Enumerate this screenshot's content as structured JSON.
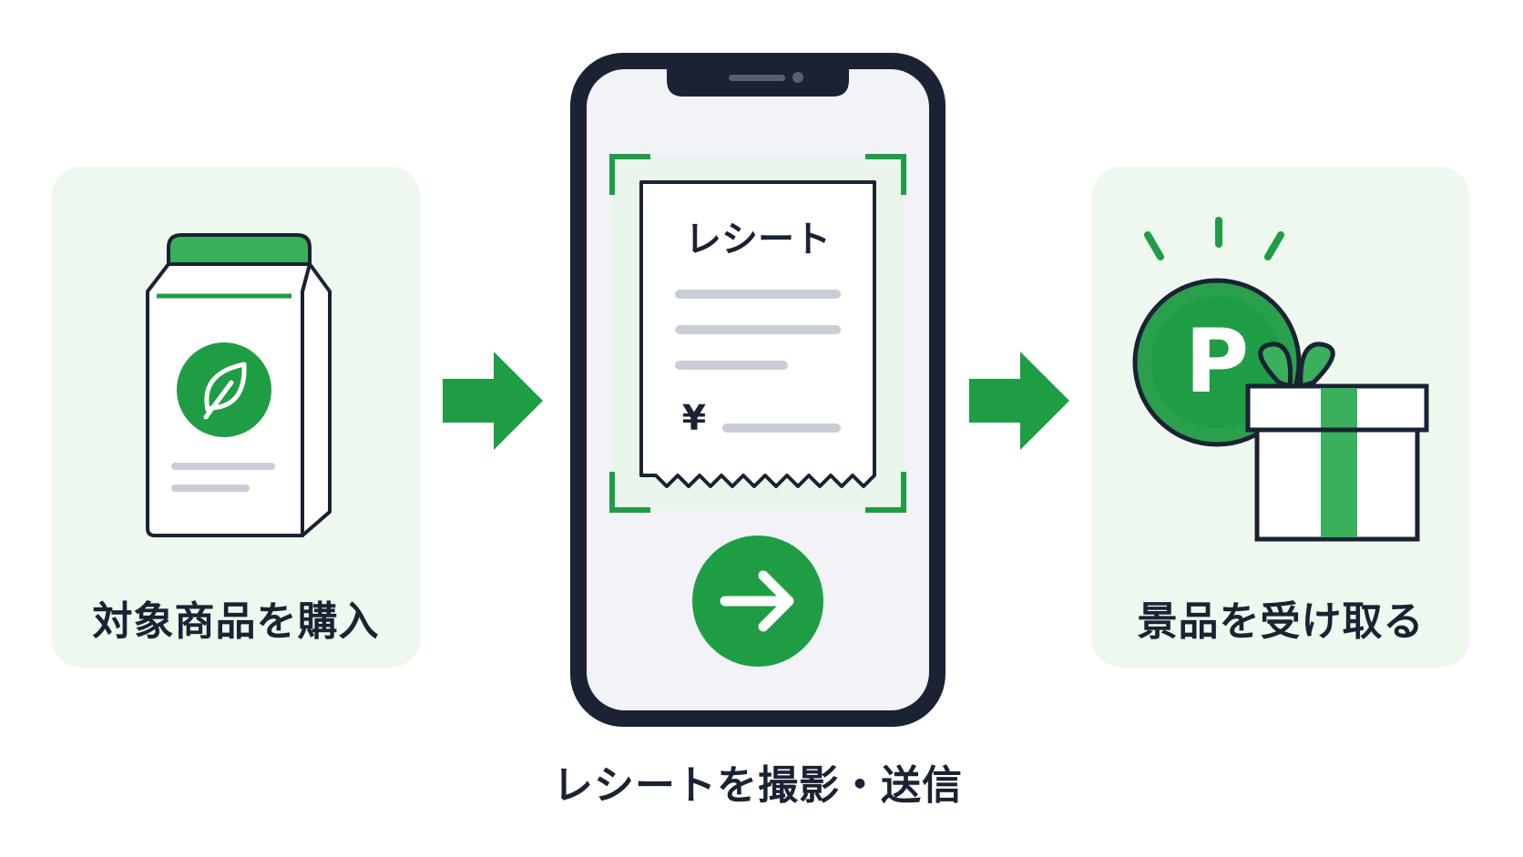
{
  "colors": {
    "green": "#1f9d45",
    "green_light": "#3aaf5c",
    "panel_bg": "#eef8ee",
    "navy": "#1a2233",
    "gray_line": "#c9ced6",
    "phone_screen": "#f1f3f6"
  },
  "steps": [
    {
      "label": "対象商品を購入",
      "icon": "product-package-icon"
    },
    {
      "label": "レシートを撮影・送信",
      "icon": "smartphone-receipt-icon",
      "receipt_title": "レシート",
      "currency_symbol": "¥",
      "send_icon": "arrow-right-icon"
    },
    {
      "label": "景品を受け取る",
      "icon": "gift-points-icon",
      "points_letter": "P"
    }
  ],
  "connectors": [
    {
      "icon": "arrow-right-icon"
    },
    {
      "icon": "arrow-right-icon"
    }
  ]
}
